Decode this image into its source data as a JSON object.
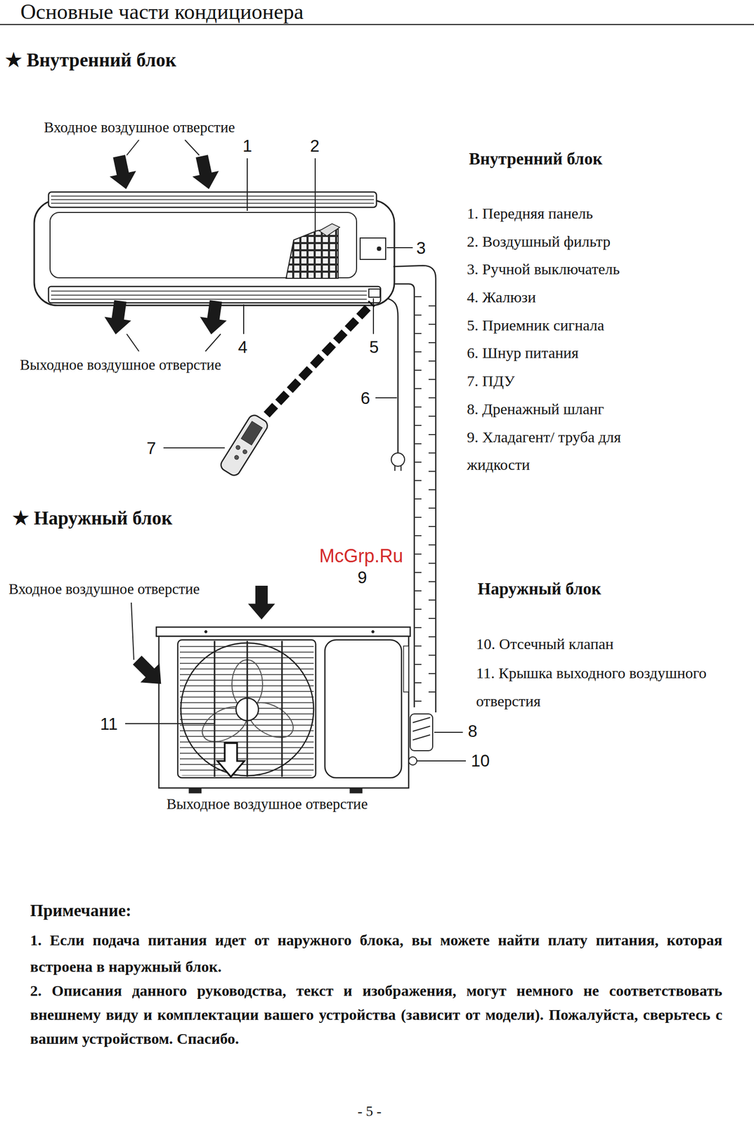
{
  "diagram": {
    "title": "Основные части кондиционера",
    "labels": [
      "★ Внутренний блок",
      "Входное воздушное отверстие",
      "1",
      "2",
      "Внутренний блок",
      "1. Передняя панель",
      "2. Воздушный фильтр",
      "3",
      "3. Ручной выключатель",
      "4. Жалюзи",
      "5. Приемник сигнала",
      "4",
      "5",
      "Выходное воздушное отверстие",
      "6. Шнур питания",
      "6",
      "7. ПДУ",
      "8. Дренажный шланг",
      "7",
      "9. Хладагент/ труба для жидкости",
      "★ Наружный блок",
      "McGrp.Ru",
      "9",
      "Входное воздушное отверстие",
      "Наружный блок",
      "10. Отсечный клапан",
      "11. Крышка выходного воздушного отверстия",
      "11",
      "8",
      "10",
      "Выходное воздушное отверстие",
      "Примечание:",
      "1. Если подача питания идет от наружного блока, вы можете найти плату питания, которая встроена в наружный блок.",
      "2. Описания данного руководства, текст и изображения, могут немного не соответствовать внешнему виду и комплектации вашего устройства (зависит от модели). Пожалуйста, сверьтесь с вашим устройством. Спасибо.",
      "- 5 -"
    ]
  }
}
